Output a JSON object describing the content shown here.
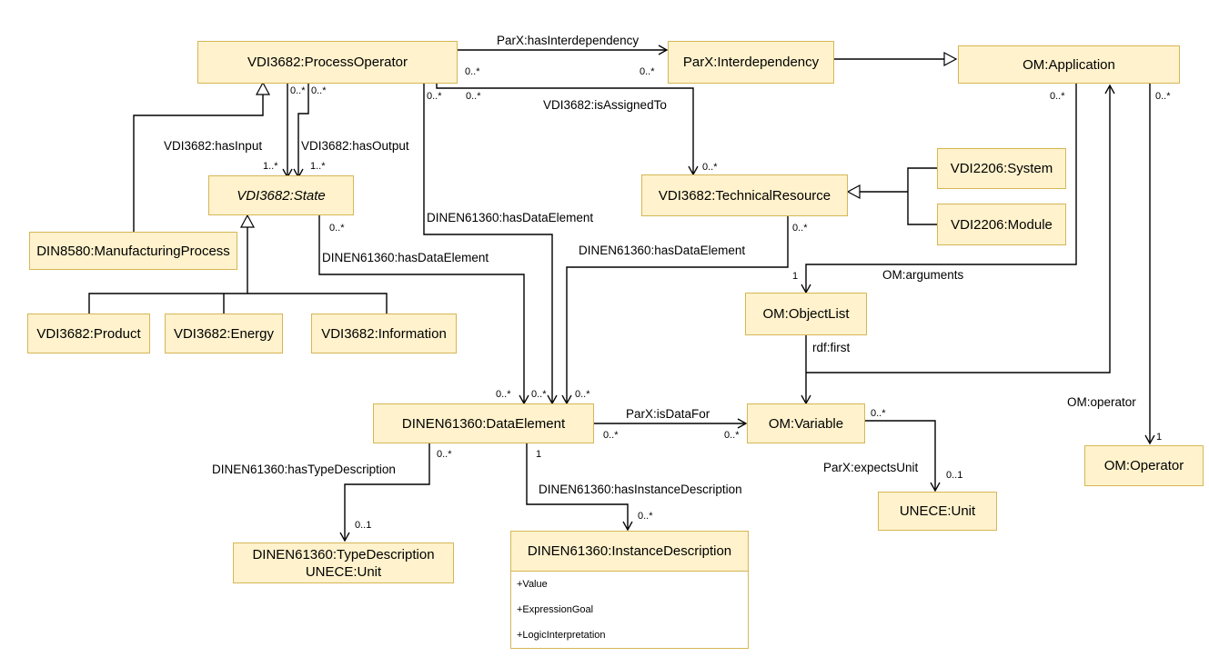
{
  "nodes": {
    "process_operator": "VDI3682:ProcessOperator",
    "interdependency": "ParX:Interdependency",
    "application": "OM:Application",
    "state": "VDI3682:State",
    "technical_resource": "VDI3682:TechnicalResource",
    "system": "VDI2206:System",
    "module": "VDI2206:Module",
    "manufacturing_process": "DIN8580:ManufacturingProcess",
    "product": "VDI3682:Product",
    "energy": "VDI3682:Energy",
    "information": "VDI3682:Information",
    "object_list": "OM:ObjectList",
    "data_element": "DINEN61360:DataElement",
    "variable": "OM:Variable",
    "operator": "OM:Operator",
    "unece_unit": "UNECE:Unit",
    "type_description_line1": "DINEN61360:TypeDescription",
    "type_description_line2": "UNECE:Unit",
    "instance_description": {
      "title": "DINEN61360:InstanceDescription",
      "attributes": [
        "+Value",
        "+ExpressionGoal",
        "+LogicInterpretation"
      ]
    }
  },
  "labels": {
    "has_interdependency": "ParX:hasInterdependency",
    "is_assigned_to": "VDI3682:isAssignedTo",
    "has_input": "VDI3682:hasInput",
    "has_output": "VDI3682:hasOutput",
    "po_has_data_element": "DINEN61360:hasDataElement",
    "state_has_data_element": "DINEN61360:hasDataElement",
    "tr_has_data_element": "DINEN61360:hasDataElement",
    "arguments": "OM:arguments",
    "rdf_first": "rdf:first",
    "is_data_for": "ParX:isDataFor",
    "om_operator": "OM:operator",
    "expects_unit": "ParX:expectsUnit",
    "has_type_description": "DINEN61360:hasTypeDescription",
    "has_instance_description": "DINEN61360:hasInstanceDescription"
  },
  "multiplicities": {
    "po_interdep_src": "0..*",
    "po_interdep_dst": "0..*",
    "po_input_src": "0..*",
    "po_output_src": "0..*",
    "input_dst": "1..*",
    "output_dst": "1..*",
    "po_data_src": "0..*",
    "po_assigned_src": "0..*",
    "assigned_dst": "0..*",
    "app_args_src": "0..*",
    "app_operator_src": "0..*",
    "state_data_src": "0..*",
    "tr_data_src": "0..*",
    "args_dst": "1",
    "data_in_1": "0..*",
    "data_in_2": "0..*",
    "data_in_3": "0..*",
    "isdatafor_src": "0..*",
    "isdatafor_dst": "0..*",
    "variable_unit_src": "0..*",
    "variable_unit_dst": "0..1",
    "operator_dst": "1",
    "type_desc_src": "0..*",
    "type_desc_dst": "0..1",
    "inst_desc_src": "1",
    "inst_desc_dst": "0..*"
  }
}
